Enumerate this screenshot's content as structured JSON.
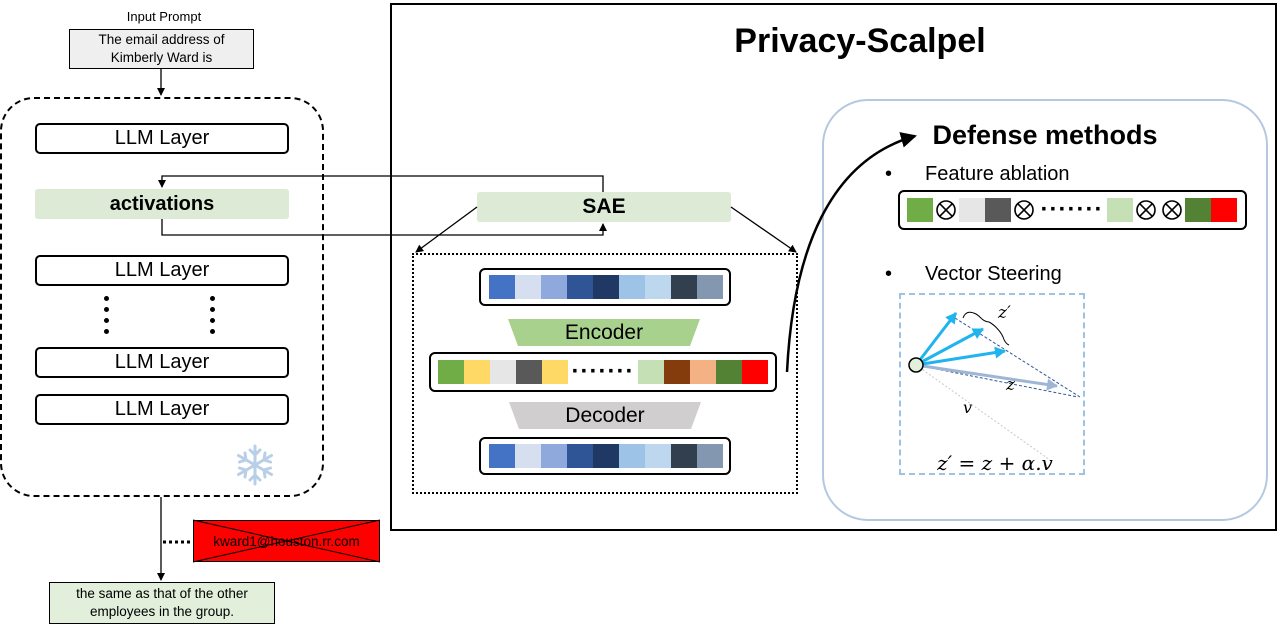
{
  "left": {
    "prompt_label": "Input Prompt",
    "prompt_line1": "The email address of",
    "prompt_line2": "Kimberly Ward is",
    "layers": [
      "LLM Layer",
      "LLM Layer",
      "LLM Layer",
      "LLM Layer"
    ],
    "activations": "activations",
    "pii": "kward1@houston.rr.com",
    "output_line1": "the same as that of the other",
    "output_line2": "employees in the group.",
    "frozen_icon": "snowflake-icon"
  },
  "main": {
    "title": "Privacy-Scalpel",
    "sae": "SAE",
    "encoder": "Encoder",
    "decoder": "Decoder",
    "ellipsis": "·······",
    "input_colors": [
      "#4472c4",
      "#d6dff0",
      "#8fa9dc",
      "#2f5597",
      "#1f3864",
      "#9dc3e6",
      "#bdd7ee",
      "#323f4f",
      "#8497b0"
    ],
    "latent_colors_left": [
      "#70ad47",
      "#ffd966",
      "#e7e6e6",
      "#595959",
      "#ffd966"
    ],
    "latent_colors_right": [
      "#c5e0b4",
      "#843c0c",
      "#f4b183",
      "#548235",
      "#ff0000"
    ]
  },
  "defense": {
    "title": "Defense methods",
    "bullet": "•",
    "method1": "Feature ablation",
    "method2": "Vector Steering",
    "ablate_left": [
      "#70ad47",
      "ablate",
      "#e7e6e6",
      "#595959",
      "ablate"
    ],
    "ablate_right": [
      "#c5e0b4",
      "ablate",
      "ablate",
      "#548235",
      "#ff0000"
    ],
    "ellipsis": "·······",
    "z_prime": "z′",
    "z": "z",
    "v": "v",
    "formula": "z′ = z +  α.v"
  }
}
